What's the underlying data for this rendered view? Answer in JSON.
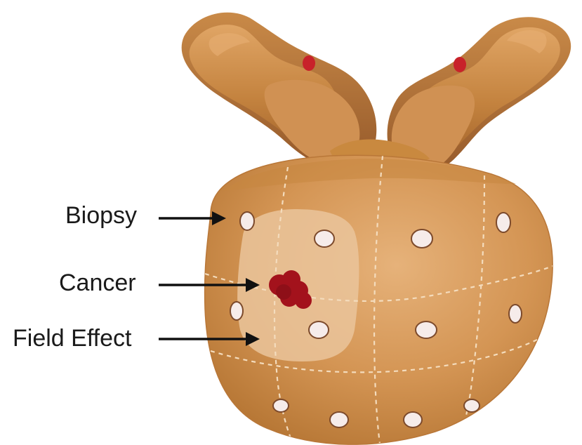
{
  "labels": {
    "biopsy": "Biopsy",
    "cancer": "Cancer",
    "field_effect": "Field Effect"
  },
  "colors": {
    "organ": "#d49554",
    "organ_dark": "#b97738",
    "organ_light": "#e6b27a",
    "field_effect_region": "#eac49b",
    "cancer": "#a3121c",
    "biopsy_core_fill": "#f6ecea",
    "biopsy_core_stroke": "#7c4a2c",
    "grid_line": "#f4dcbd",
    "arrow": "#111111"
  }
}
